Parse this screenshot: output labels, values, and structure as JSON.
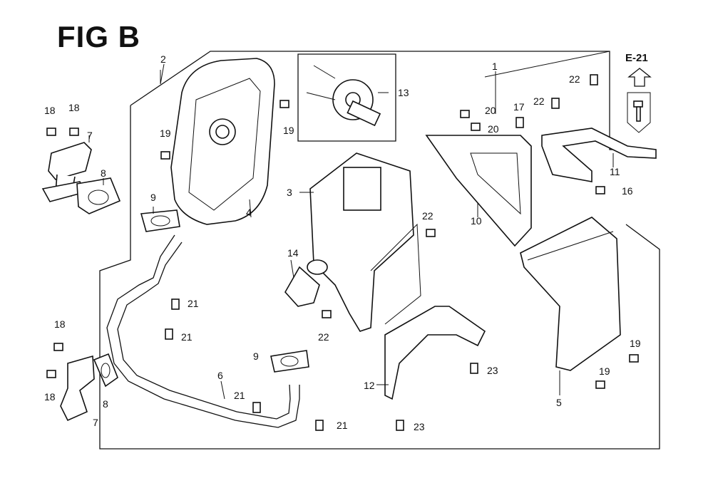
{
  "figure": {
    "title": "FIG B",
    "section_ref": "E-21"
  },
  "callouts": [
    "1",
    "2",
    "3",
    "4",
    "5",
    "6",
    "7",
    "8",
    "9",
    "10",
    "11",
    "12",
    "13",
    "14",
    "16",
    "17",
    "18",
    "19",
    "20",
    "21",
    "22",
    "23"
  ],
  "icons": {
    "up_arrow": "up-arrow-icon",
    "bolt": "bolt-icon"
  }
}
